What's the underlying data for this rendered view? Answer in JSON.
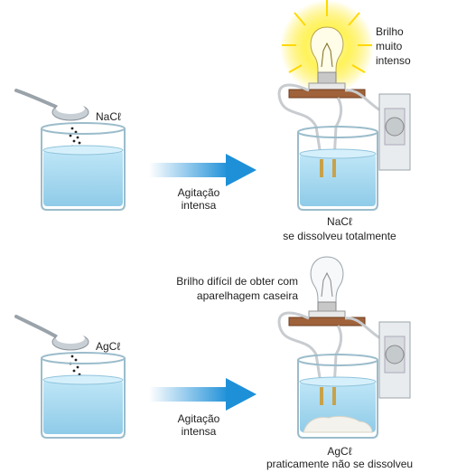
{
  "top": {
    "salt": "NaCℓ",
    "arrow_label_1": "Agitação",
    "arrow_label_2": "intensa",
    "brightness_1": "Brilho",
    "brightness_2": "muito",
    "brightness_3": "intenso",
    "result_1": "NaCℓ",
    "result_2": "se dissolveu totalmente"
  },
  "bottom": {
    "salt": "AgCℓ",
    "arrow_label_1": "Agitação",
    "arrow_label_2": "intensa",
    "brightness_1": "Brilho difícil de obter com",
    "brightness_2": "aparelhagem caseira",
    "result_1": "AgCℓ",
    "result_2": "praticamente não se dissolveu"
  },
  "colors": {
    "water": "#a9d8ef",
    "arrow": "#1e90d8",
    "board": "#a0623a",
    "glow": "#ffe600"
  }
}
